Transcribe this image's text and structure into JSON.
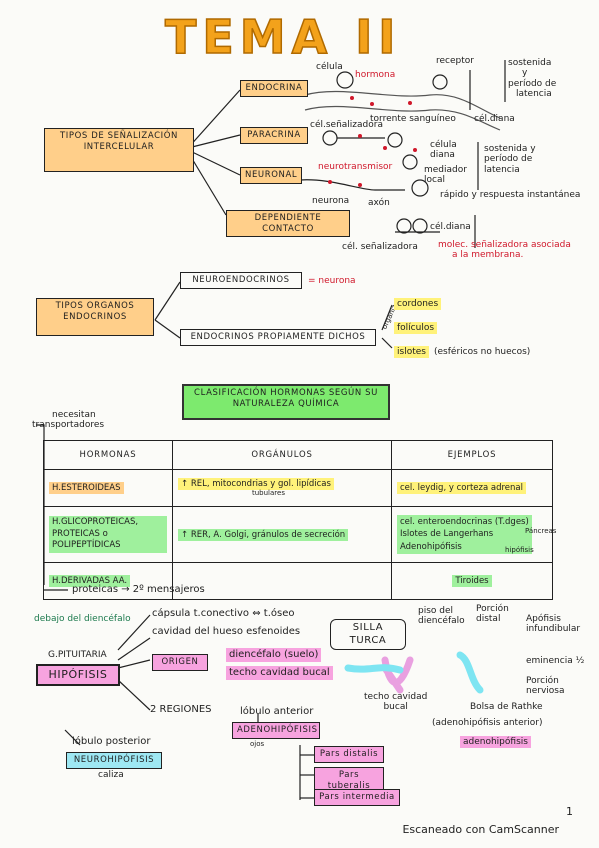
{
  "title": "TEMA II",
  "s1": {
    "main": "TIPOS DE SEÑALIZACIÓN INTERCELULAR",
    "types": [
      "ENDOCRINA",
      "PARACRINA",
      "NEURONAL",
      "DEPENDIENTE CONTACTO"
    ],
    "endo": {
      "celula": "célula",
      "hormona": "hormona",
      "receptor": "receptor",
      "torrente": "torrente sanguíneo",
      "diana": "cél.diana",
      "note": [
        "sostenida",
        "y",
        "período de",
        "latencia"
      ]
    },
    "para": {
      "senal": "cél.señalizadora",
      "diana": "célula diana",
      "mediador": "mediador local",
      "note": [
        "sostenida y",
        "período de",
        "latencia"
      ]
    },
    "neuro": {
      "nt": "neurotransmisor",
      "neurona": "neurona",
      "axon": "axón",
      "note": "rápido y respuesta instantánea"
    },
    "contact": {
      "senal": "cél. señalizadora",
      "diana": "cél.diana",
      "note": [
        "molec. señalizadora asociada",
        "a la membrana."
      ]
    }
  },
  "s2": {
    "main": "TIPOS ORGANOS ENDOCRINOS",
    "neuro": "NEUROENDOCRINOS",
    "neuroEq": "= neurona",
    "endo": "ENDOCRINOS PROPIAMENTE DICHOS",
    "organiz": "organiz.",
    "items": [
      "cordones",
      "folículos",
      "islotes"
    ],
    "islotesNote": "(esféricos no huecos)"
  },
  "s3": {
    "classif": "CLASIFICACIÓN HORMONAS SEGÚN SU NATURALEZA QUÍMICA",
    "side": [
      "necesitan",
      "transportadores"
    ],
    "headers": [
      "HORMONAS",
      "ORGÁNULOS",
      "EJEMPLOS"
    ],
    "rows": [
      {
        "h": "H.ESTEROIDEAS",
        "o": "↑ REL, mitocondrias y gol. lipídicas",
        "sub": "tubulares",
        "e": "cel. leydig, y corteza adrenal"
      },
      {
        "h": "H.GLICOPROTEICAS, PROTEICAS o POLIPEPTÍDICAS",
        "o": "↑ RER, A. Golgi, gránulos de secreción",
        "sub": "",
        "e": "cel. enteroendocrinas (T.dges)\nIslotes de Langerhans\nAdenohipófisis",
        "e2": "Páncreas",
        "e3": "hipófisis"
      },
      {
        "h": "H.DERIVADAS AA.",
        "o": "",
        "sub": "",
        "e": "Tiroides"
      }
    ],
    "after": "proteicas → 2º mensajeros"
  },
  "s4": {
    "debajo": "debajo del diencéfalo",
    "gland": "G.PITUITARIA",
    "hipo": "HIPÓFISIS",
    "capsula": "cápsula t.conectivo ⇔ t.óseo",
    "cavidad": "cavidad del hueso esfenoides",
    "silla": "SILLA TURCA",
    "origen": "ORIGEN",
    "origen1": "diencéfalo (suelo)",
    "origen2": "techo cavidad bucal",
    "piso": [
      "piso del",
      "diencéfalo"
    ],
    "techo": [
      "techo cavidad",
      "bucal"
    ],
    "porcionDistal": [
      "Porción",
      "distal"
    ],
    "apofisis": [
      "Apófisis",
      "infundibular"
    ],
    "eminencia": "eminencia ½",
    "porcionNerviosa": [
      "Porción",
      "nerviosa"
    ],
    "bolsa": "Bolsa de Rathke",
    "adenoParen": "(adenohipófisis anterior)",
    "adeno": "adenohipófisis",
    "regiones": "2 REGIONES",
    "loboAnt": "lóbulo anterior",
    "adenoBox": "ADENOHIPÓFISIS",
    "ojos": "ojos",
    "partes": [
      "Pars distalis",
      "Pars tuberalis",
      "Pars intermedia"
    ],
    "loboPost": "lóbulo posterior",
    "neuroBox": "NEUROHIPÓFISIS",
    "caliza": "caliza"
  },
  "page_num": "1",
  "footer": "Escaneado con CamScanner"
}
